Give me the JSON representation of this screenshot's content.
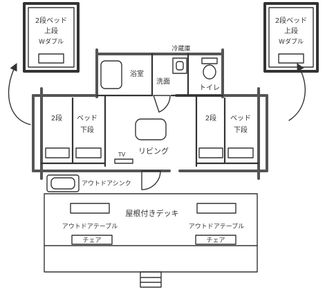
{
  "labels": {
    "left_bunk_upper_line1": "2段ベッド",
    "left_bunk_upper_line2": "上段",
    "left_bunk_upper_line3": "Wダブル",
    "right_bunk_upper_line1": "2段ベッド",
    "right_bunk_upper_line2": "上段",
    "right_bunk_upper_line3": "Wダブル",
    "fridge": "冷蔵庫",
    "bath": "浴室",
    "washroom": "洗面",
    "toilet": "トイレ",
    "left_bunk_2dan": "2段",
    "left_bunk_bed": "ベッド",
    "left_bunk_lower": "下段",
    "right_bunk_2dan": "2段",
    "right_bunk_bed": "ベッド",
    "right_bunk_lower": "下段",
    "tv": "TV",
    "living": "リビング",
    "outdoor_sink": "アウトドアシンク",
    "roofed_deck": "屋根付きデッキ",
    "outdoor_table_left": "アウトドアテーブル",
    "outdoor_table_right": "アウトドアテーブル",
    "chair_left": "チェア",
    "chair_right": "チェア"
  },
  "colors": {
    "stroke": "#333333",
    "wall": "#555555",
    "fill": "#ffffff"
  }
}
